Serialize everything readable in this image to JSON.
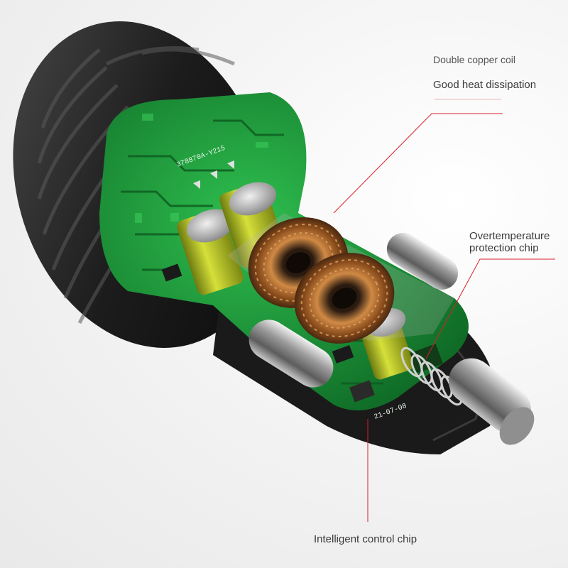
{
  "labels": {
    "coil_title": "Double copper coil",
    "heat": "Good heat dissipation",
    "overtemp_line1": "Overtemperature",
    "overtemp_line2": "protection chip",
    "control": "Intelligent control chip"
  },
  "pcb_marks": {
    "board_code": "378870A-Y215",
    "date_code": "21-07-08"
  },
  "colors": {
    "callout_line": "#d8202a",
    "pcb_green": "#1f9a3a",
    "shell": "#1e1e1e",
    "copper": "#b5672b",
    "capacitor": "#b8c424"
  }
}
